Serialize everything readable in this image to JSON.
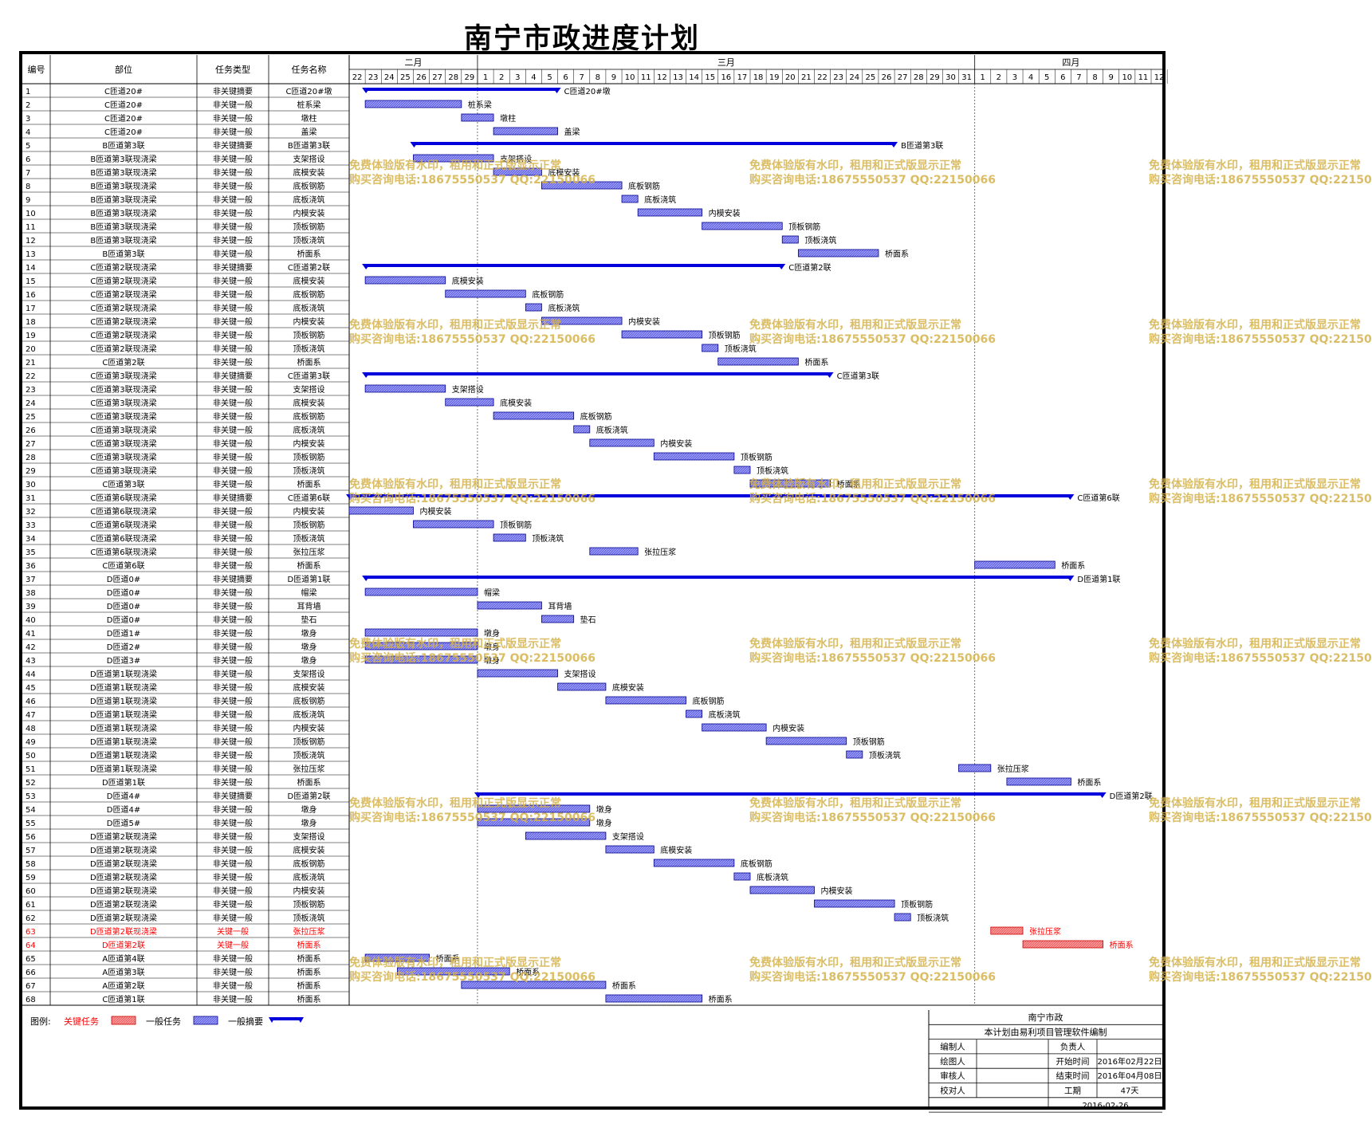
{
  "title": "南宁市政进度计划",
  "table_headers": [
    "编号",
    "部位",
    "任务类型",
    "任务名称"
  ],
  "chart_data": {
    "type": "gantt",
    "months": [
      {
        "label": "二月",
        "days": [
          "22",
          "23",
          "24",
          "25",
          "26",
          "27",
          "28",
          "29"
        ]
      },
      {
        "label": "三月",
        "days": [
          "1",
          "2",
          "3",
          "4",
          "5",
          "6",
          "7",
          "8",
          "9",
          "10",
          "11",
          "12",
          "13",
          "14",
          "15",
          "16",
          "17",
          "18",
          "19",
          "20",
          "21",
          "22",
          "23",
          "24",
          "25",
          "26",
          "27",
          "28",
          "29",
          "30",
          "31"
        ]
      },
      {
        "label": "四月",
        "days": [
          "1",
          "2",
          "3",
          "4",
          "5",
          "6",
          "7",
          "8",
          "9",
          "10",
          "11",
          "12"
        ]
      }
    ],
    "tasks": [
      {
        "id": "1",
        "part": "C匝道20#",
        "type": "非关键摘要",
        "name": "C匝道20#墩",
        "start": "2016-02-23",
        "end": "2016-03-05",
        "kind": "summary",
        "label": "C匝道20#墩"
      },
      {
        "id": "2",
        "part": "C匝道20#",
        "type": "非关键一般",
        "name": "桩系梁",
        "start": "2016-02-23",
        "end": "2016-02-28",
        "kind": "normal",
        "label": "桩系梁"
      },
      {
        "id": "3",
        "part": "C匝道20#",
        "type": "非关键一般",
        "name": "墩柱",
        "start": "2016-02-29",
        "end": "2016-03-01",
        "kind": "normal",
        "label": "墩柱"
      },
      {
        "id": "4",
        "part": "C匝道20#",
        "type": "非关键一般",
        "name": "盖梁",
        "start": "2016-03-02",
        "end": "2016-03-05",
        "kind": "normal",
        "label": "盖梁"
      },
      {
        "id": "5",
        "part": "B匝道第3联",
        "type": "非关键摘要",
        "name": "B匝道第3联",
        "start": "2016-02-26",
        "end": "2016-03-26",
        "kind": "summary",
        "label": "B匝道第3联"
      },
      {
        "id": "6",
        "part": "B匝道第3联现浇梁",
        "type": "非关键一般",
        "name": "支架搭设",
        "start": "2016-02-26",
        "end": "2016-03-01",
        "kind": "normal",
        "label": "支架搭设"
      },
      {
        "id": "7",
        "part": "B匝道第3联现浇梁",
        "type": "非关键一般",
        "name": "底模安装",
        "start": "2016-03-02",
        "end": "2016-03-04",
        "kind": "normal",
        "label": "底模安装"
      },
      {
        "id": "8",
        "part": "B匝道第3联现浇梁",
        "type": "非关键一般",
        "name": "底板钢筋",
        "start": "2016-03-05",
        "end": "2016-03-09",
        "kind": "normal",
        "label": "底板钢筋"
      },
      {
        "id": "9",
        "part": "B匝道第3联现浇梁",
        "type": "非关键一般",
        "name": "底板浇筑",
        "start": "2016-03-10",
        "end": "2016-03-10",
        "kind": "normal",
        "label": "底板浇筑"
      },
      {
        "id": "10",
        "part": "B匝道第3联现浇梁",
        "type": "非关键一般",
        "name": "内模安装",
        "start": "2016-03-11",
        "end": "2016-03-14",
        "kind": "normal",
        "label": "内模安装"
      },
      {
        "id": "11",
        "part": "B匝道第3联现浇梁",
        "type": "非关键一般",
        "name": "顶板钢筋",
        "start": "2016-03-15",
        "end": "2016-03-19",
        "kind": "normal",
        "label": "顶板钢筋"
      },
      {
        "id": "12",
        "part": "B匝道第3联现浇梁",
        "type": "非关键一般",
        "name": "顶板浇筑",
        "start": "2016-03-20",
        "end": "2016-03-20",
        "kind": "normal",
        "label": "顶板浇筑"
      },
      {
        "id": "13",
        "part": "B匝道第3联",
        "type": "非关键一般",
        "name": "桥面系",
        "start": "2016-03-21",
        "end": "2016-03-25",
        "kind": "normal",
        "label": "桥面系"
      },
      {
        "id": "14",
        "part": "C匝道第2联现浇梁",
        "type": "非关键摘要",
        "name": "C匝道第2联",
        "start": "2016-02-23",
        "end": "2016-03-19",
        "kind": "summary",
        "label": "C匝道第2联"
      },
      {
        "id": "15",
        "part": "C匝道第2联现浇梁",
        "type": "非关键一般",
        "name": "底模安装",
        "start": "2016-02-23",
        "end": "2016-02-27",
        "kind": "normal",
        "label": "底模安装"
      },
      {
        "id": "16",
        "part": "C匝道第2联现浇梁",
        "type": "非关键一般",
        "name": "底板钢筋",
        "start": "2016-02-28",
        "end": "2016-03-03",
        "kind": "normal",
        "label": "底板钢筋"
      },
      {
        "id": "17",
        "part": "C匝道第2联现浇梁",
        "type": "非关键一般",
        "name": "底板浇筑",
        "start": "2016-03-04",
        "end": "2016-03-04",
        "kind": "normal",
        "label": "底板浇筑"
      },
      {
        "id": "18",
        "part": "C匝道第2联现浇梁",
        "type": "非关键一般",
        "name": "内模安装",
        "start": "2016-03-05",
        "end": "2016-03-09",
        "kind": "normal",
        "label": "内模安装"
      },
      {
        "id": "19",
        "part": "C匝道第2联现浇梁",
        "type": "非关键一般",
        "name": "顶板钢筋",
        "start": "2016-03-10",
        "end": "2016-03-14",
        "kind": "normal",
        "label": "顶板钢筋"
      },
      {
        "id": "20",
        "part": "C匝道第2联现浇梁",
        "type": "非关键一般",
        "name": "顶板浇筑",
        "start": "2016-03-15",
        "end": "2016-03-15",
        "kind": "normal",
        "label": "顶板浇筑"
      },
      {
        "id": "21",
        "part": "C匝道第2联",
        "type": "非关键一般",
        "name": "桥面系",
        "start": "2016-03-16",
        "end": "2016-03-20",
        "kind": "normal",
        "label": "桥面系"
      },
      {
        "id": "22",
        "part": "C匝道第3联现浇梁",
        "type": "非关键摘要",
        "name": "C匝道第3联",
        "start": "2016-02-23",
        "end": "2016-03-22",
        "kind": "summary",
        "label": "C匝道第3联"
      },
      {
        "id": "23",
        "part": "C匝道第3联现浇梁",
        "type": "非关键一般",
        "name": "支架搭设",
        "start": "2016-02-23",
        "end": "2016-02-27",
        "kind": "normal",
        "label": "支架搭设"
      },
      {
        "id": "24",
        "part": "C匝道第3联现浇梁",
        "type": "非关键一般",
        "name": "底模安装",
        "start": "2016-02-28",
        "end": "2016-03-01",
        "kind": "normal",
        "label": "底模安装"
      },
      {
        "id": "25",
        "part": "C匝道第3联现浇梁",
        "type": "非关键一般",
        "name": "底板钢筋",
        "start": "2016-03-02",
        "end": "2016-03-06",
        "kind": "normal",
        "label": "底板钢筋"
      },
      {
        "id": "26",
        "part": "C匝道第3联现浇梁",
        "type": "非关键一般",
        "name": "底板浇筑",
        "start": "2016-03-07",
        "end": "2016-03-07",
        "kind": "normal",
        "label": "底板浇筑"
      },
      {
        "id": "27",
        "part": "C匝道第3联现浇梁",
        "type": "非关键一般",
        "name": "内模安装",
        "start": "2016-03-08",
        "end": "2016-03-11",
        "kind": "normal",
        "label": "内模安装"
      },
      {
        "id": "28",
        "part": "C匝道第3联现浇梁",
        "type": "非关键一般",
        "name": "顶板钢筋",
        "start": "2016-03-12",
        "end": "2016-03-16",
        "kind": "normal",
        "label": "顶板钢筋"
      },
      {
        "id": "29",
        "part": "C匝道第3联现浇梁",
        "type": "非关键一般",
        "name": "顶板浇筑",
        "start": "2016-03-17",
        "end": "2016-03-17",
        "kind": "normal",
        "label": "顶板浇筑"
      },
      {
        "id": "30",
        "part": "C匝道第3联",
        "type": "非关键一般",
        "name": "桥面系",
        "start": "2016-03-18",
        "end": "2016-03-22",
        "kind": "normal",
        "label": "桥面系"
      },
      {
        "id": "31",
        "part": "C匝道第6联现浇梁",
        "type": "非关键摘要",
        "name": "C匝道第6联",
        "start": "2016-02-22",
        "end": "2016-04-06",
        "kind": "summary",
        "label": "C匝道第6联"
      },
      {
        "id": "32",
        "part": "C匝道第6联现浇梁",
        "type": "非关键一般",
        "name": "内模安装",
        "start": "2016-02-22",
        "end": "2016-02-25",
        "kind": "normal",
        "label": "内模安装"
      },
      {
        "id": "33",
        "part": "C匝道第6联现浇梁",
        "type": "非关键一般",
        "name": "顶板钢筋",
        "start": "2016-02-26",
        "end": "2016-03-01",
        "kind": "normal",
        "label": "顶板钢筋"
      },
      {
        "id": "34",
        "part": "C匝道第6联现浇梁",
        "type": "非关键一般",
        "name": "顶板浇筑",
        "start": "2016-03-02",
        "end": "2016-03-03",
        "kind": "normal",
        "label": "顶板浇筑"
      },
      {
        "id": "35",
        "part": "C匝道第6联现浇梁",
        "type": "非关键一般",
        "name": "张拉压浆",
        "start": "2016-03-08",
        "end": "2016-03-10",
        "kind": "normal",
        "label": "张拉压浆"
      },
      {
        "id": "36",
        "part": "C匝道第6联",
        "type": "非关键一般",
        "name": "桥面系",
        "start": "2016-04-01",
        "end": "2016-04-05",
        "kind": "normal",
        "label": "桥面系"
      },
      {
        "id": "37",
        "part": "D匝道0#",
        "type": "非关键摘要",
        "name": "D匝道第1联",
        "start": "2016-02-23",
        "end": "2016-04-06",
        "kind": "summary",
        "label": "D匝道第1联"
      },
      {
        "id": "38",
        "part": "D匝道0#",
        "type": "非关键一般",
        "name": "帽梁",
        "start": "2016-02-23",
        "end": "2016-02-29",
        "kind": "normal",
        "label": "帽梁"
      },
      {
        "id": "39",
        "part": "D匝道0#",
        "type": "非关键一般",
        "name": "耳背墙",
        "start": "2016-03-01",
        "end": "2016-03-04",
        "kind": "normal",
        "label": "耳背墙"
      },
      {
        "id": "40",
        "part": "D匝道0#",
        "type": "非关键一般",
        "name": "垫石",
        "start": "2016-03-05",
        "end": "2016-03-06",
        "kind": "normal",
        "label": "垫石"
      },
      {
        "id": "41",
        "part": "D匝道1#",
        "type": "非关键一般",
        "name": "墩身",
        "start": "2016-02-23",
        "end": "2016-02-29",
        "kind": "normal",
        "label": "墩身"
      },
      {
        "id": "42",
        "part": "D匝道2#",
        "type": "非关键一般",
        "name": "墩身",
        "start": "2016-02-23",
        "end": "2016-02-29",
        "kind": "normal",
        "label": "墩身"
      },
      {
        "id": "43",
        "part": "D匝道3#",
        "type": "非关键一般",
        "name": "墩身",
        "start": "2016-02-23",
        "end": "2016-02-29",
        "kind": "normal",
        "label": "墩身"
      },
      {
        "id": "44",
        "part": "D匝道第1联现浇梁",
        "type": "非关键一般",
        "name": "支架搭设",
        "start": "2016-03-01",
        "end": "2016-03-05",
        "kind": "normal",
        "label": "支架搭设"
      },
      {
        "id": "45",
        "part": "D匝道第1联现浇梁",
        "type": "非关键一般",
        "name": "底模安装",
        "start": "2016-03-06",
        "end": "2016-03-08",
        "kind": "normal",
        "label": "底模安装"
      },
      {
        "id": "46",
        "part": "D匝道第1联现浇梁",
        "type": "非关键一般",
        "name": "底板钢筋",
        "start": "2016-03-09",
        "end": "2016-03-13",
        "kind": "normal",
        "label": "底板钢筋"
      },
      {
        "id": "47",
        "part": "D匝道第1联现浇梁",
        "type": "非关键一般",
        "name": "底板浇筑",
        "start": "2016-03-14",
        "end": "2016-03-14",
        "kind": "normal",
        "label": "底板浇筑"
      },
      {
        "id": "48",
        "part": "D匝道第1联现浇梁",
        "type": "非关键一般",
        "name": "内模安装",
        "start": "2016-03-15",
        "end": "2016-03-18",
        "kind": "normal",
        "label": "内模安装"
      },
      {
        "id": "49",
        "part": "D匝道第1联现浇梁",
        "type": "非关键一般",
        "name": "顶板钢筋",
        "start": "2016-03-19",
        "end": "2016-03-23",
        "kind": "normal",
        "label": "顶板钢筋"
      },
      {
        "id": "50",
        "part": "D匝道第1联现浇梁",
        "type": "非关键一般",
        "name": "顶板浇筑",
        "start": "2016-03-24",
        "end": "2016-03-24",
        "kind": "normal",
        "label": "顶板浇筑"
      },
      {
        "id": "51",
        "part": "D匝道第1联现浇梁",
        "type": "非关键一般",
        "name": "张拉压浆",
        "start": "2016-03-31",
        "end": "2016-04-01",
        "kind": "normal",
        "label": "张拉压浆"
      },
      {
        "id": "52",
        "part": "D匝道第1联",
        "type": "非关键一般",
        "name": "桥面系",
        "start": "2016-04-03",
        "end": "2016-04-06",
        "kind": "normal",
        "label": "桥面系"
      },
      {
        "id": "53",
        "part": "D匝道4#",
        "type": "非关键摘要",
        "name": "D匝道第2联",
        "start": "2016-03-01",
        "end": "2016-04-08",
        "kind": "summary",
        "label": "D匝道第2联"
      },
      {
        "id": "54",
        "part": "D匝道4#",
        "type": "非关键一般",
        "name": "墩身",
        "start": "2016-03-01",
        "end": "2016-03-07",
        "kind": "normal",
        "label": "墩身"
      },
      {
        "id": "55",
        "part": "D匝道5#",
        "type": "非关键一般",
        "name": "墩身",
        "start": "2016-03-01",
        "end": "2016-03-07",
        "kind": "normal",
        "label": "墩身"
      },
      {
        "id": "56",
        "part": "D匝道第2联现浇梁",
        "type": "非关键一般",
        "name": "支架搭设",
        "start": "2016-03-04",
        "end": "2016-03-08",
        "kind": "normal",
        "label": "支架搭设"
      },
      {
        "id": "57",
        "part": "D匝道第2联现浇梁",
        "type": "非关键一般",
        "name": "底模安装",
        "start": "2016-03-09",
        "end": "2016-03-11",
        "kind": "normal",
        "label": "底模安装"
      },
      {
        "id": "58",
        "part": "D匝道第2联现浇梁",
        "type": "非关键一般",
        "name": "底板钢筋",
        "start": "2016-03-12",
        "end": "2016-03-16",
        "kind": "normal",
        "label": "底板钢筋"
      },
      {
        "id": "59",
        "part": "D匝道第2联现浇梁",
        "type": "非关键一般",
        "name": "底板浇筑",
        "start": "2016-03-17",
        "end": "2016-03-17",
        "kind": "normal",
        "label": "底板浇筑"
      },
      {
        "id": "60",
        "part": "D匝道第2联现浇梁",
        "type": "非关键一般",
        "name": "内模安装",
        "start": "2016-03-18",
        "end": "2016-03-21",
        "kind": "normal",
        "label": "内模安装"
      },
      {
        "id": "61",
        "part": "D匝道第2联现浇梁",
        "type": "非关键一般",
        "name": "顶板钢筋",
        "start": "2016-03-22",
        "end": "2016-03-26",
        "kind": "normal",
        "label": "顶板钢筋"
      },
      {
        "id": "62",
        "part": "D匝道第2联现浇梁",
        "type": "非关键一般",
        "name": "顶板浇筑",
        "start": "2016-03-27",
        "end": "2016-03-27",
        "kind": "normal",
        "label": "顶板浇筑"
      },
      {
        "id": "63",
        "part": "D匝道第2联现浇梁",
        "type": "关键一般",
        "name": "张拉压浆",
        "start": "2016-04-02",
        "end": "2016-04-03",
        "kind": "critical",
        "label": "张拉压浆"
      },
      {
        "id": "64",
        "part": "D匝道第2联",
        "type": "关键一般",
        "name": "桥面系",
        "start": "2016-04-04",
        "end": "2016-04-08",
        "kind": "critical",
        "label": "桥面系"
      },
      {
        "id": "65",
        "part": "A匝道第4联",
        "type": "非关键一般",
        "name": "桥面系",
        "start": "2016-02-23",
        "end": "2016-02-26",
        "kind": "normal",
        "label": "桥面系"
      },
      {
        "id": "66",
        "part": "A匝道第3联",
        "type": "非关键一般",
        "name": "桥面系",
        "start": "2016-02-25",
        "end": "2016-03-02",
        "kind": "normal",
        "label": "桥面系"
      },
      {
        "id": "67",
        "part": "A匝道第2联",
        "type": "非关键一般",
        "name": "桥面系",
        "start": "2016-02-29",
        "end": "2016-03-08",
        "kind": "normal",
        "label": "桥面系"
      },
      {
        "id": "68",
        "part": "C匝道第1联",
        "type": "非关键一般",
        "name": "桥面系",
        "start": "2016-03-09",
        "end": "2016-03-14",
        "kind": "normal",
        "label": "桥面系"
      }
    ]
  },
  "legend": {
    "label": "图例:",
    "critical": "关键任务",
    "normal": "一般任务",
    "summary": "一般摘要"
  },
  "watermark": {
    "line1": "免费体验版有水印，租用和正式版显示正常",
    "line2": "购买咨询电话:18675550537 QQ:22150066"
  },
  "info_box": {
    "project": "南宁市政",
    "note": "本计划由易利项目管理软件编制",
    "author_label": "编制人",
    "author": "",
    "owner_label": "负责人",
    "owner": "",
    "drawer_label": "绘图人",
    "drawer": "",
    "start_label": "开始时间",
    "start": "2016年02月22日",
    "reviewer_label": "审核人",
    "reviewer": "",
    "end_label": "结束时间",
    "end": "2016年04月08日",
    "checker_label": "校对人",
    "checker": "",
    "duration_label": "工期",
    "duration": "47天",
    "date": "2016-02-26"
  },
  "colors": {
    "normal_fill": "#6c6ce8",
    "normal_stroke": "#00008b",
    "summary": "#0000dd",
    "critical_fill": "#f06b6b",
    "critical_stroke": "#cc0000",
    "critical_text": "#ff0000",
    "watermark": "#d4b24a"
  }
}
